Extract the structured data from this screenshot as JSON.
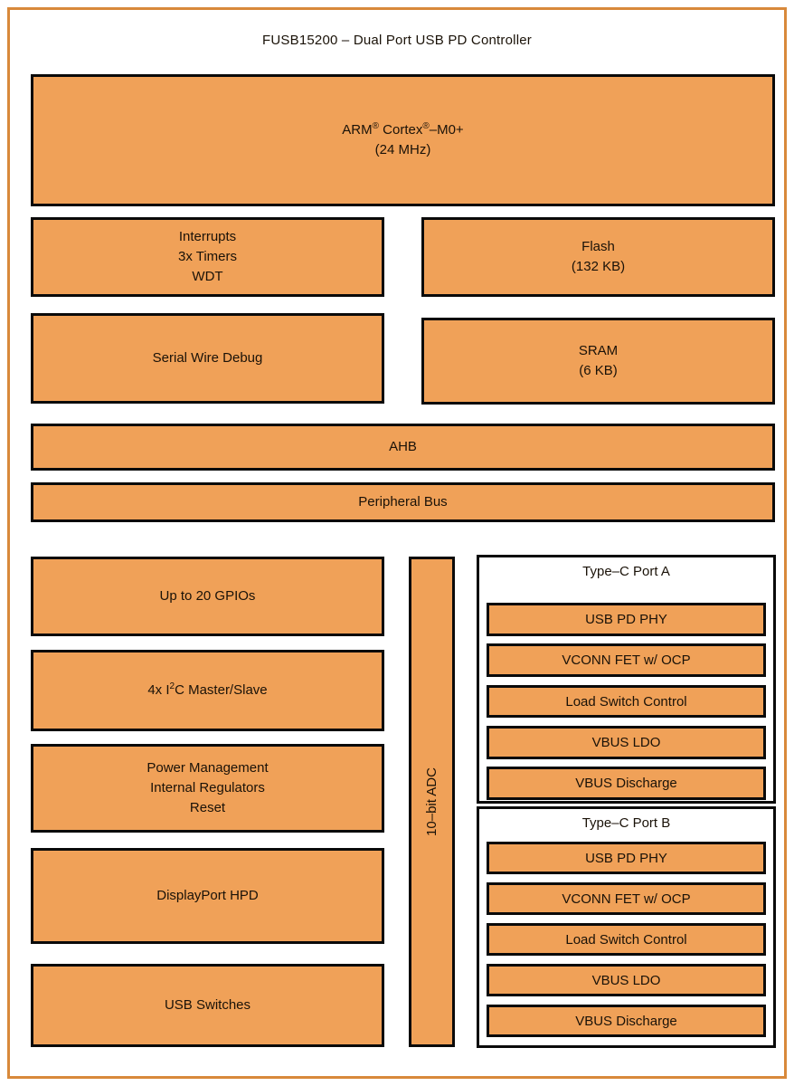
{
  "title": "FUSB15200 – Dual Port USB PD Controller",
  "colors": {
    "page_bg": "#ffffff",
    "block_fill": "#f0a158",
    "block_border": "#0a0a0a",
    "frame_border": "#d8893b",
    "container_fill": "#ffffff",
    "text": "#1a1208"
  },
  "cpu": {
    "line1_p1": "ARM",
    "line1_sup1": "®",
    "line1_p2": " Cortex",
    "line1_sup2": "®",
    "line1_p3": "–M0+",
    "line2": "(24 MHz)"
  },
  "blocks": {
    "interrupts": {
      "lines": [
        "Interrupts",
        "3x Timers",
        "WDT"
      ]
    },
    "flash": {
      "lines": [
        "Flash",
        "(132 KB)"
      ]
    },
    "serial_wire_debug": {
      "label": "Serial Wire Debug"
    },
    "sram": {
      "lines": [
        "SRAM",
        "(6 KB)"
      ]
    },
    "ahb": {
      "label": "AHB"
    },
    "peripheral_bus": {
      "label": "Peripheral Bus"
    },
    "gpio": {
      "label": "Up to 20 GPIOs"
    },
    "i2c": {
      "p1": "4x I",
      "sup": "2",
      "p2": "C Master/Slave"
    },
    "power": {
      "lines": [
        "Power Management",
        "Internal Regulators",
        "Reset"
      ]
    },
    "displayport_hpd": {
      "label": "DisplayPort HPD"
    },
    "usb_switches": {
      "label": "USB Switches"
    },
    "adc": {
      "label": "10–bit ADC"
    }
  },
  "ports": [
    {
      "title": "Type–C Port A",
      "blocks": [
        "USB PD PHY",
        "VCONN FET w/ OCP",
        "Load Switch Control",
        "VBUS LDO",
        "VBUS Discharge"
      ]
    },
    {
      "title": "Type–C Port B",
      "blocks": [
        "USB PD PHY",
        "VCONN FET w/ OCP",
        "Load Switch Control",
        "VBUS LDO",
        "VBUS Discharge"
      ]
    }
  ]
}
